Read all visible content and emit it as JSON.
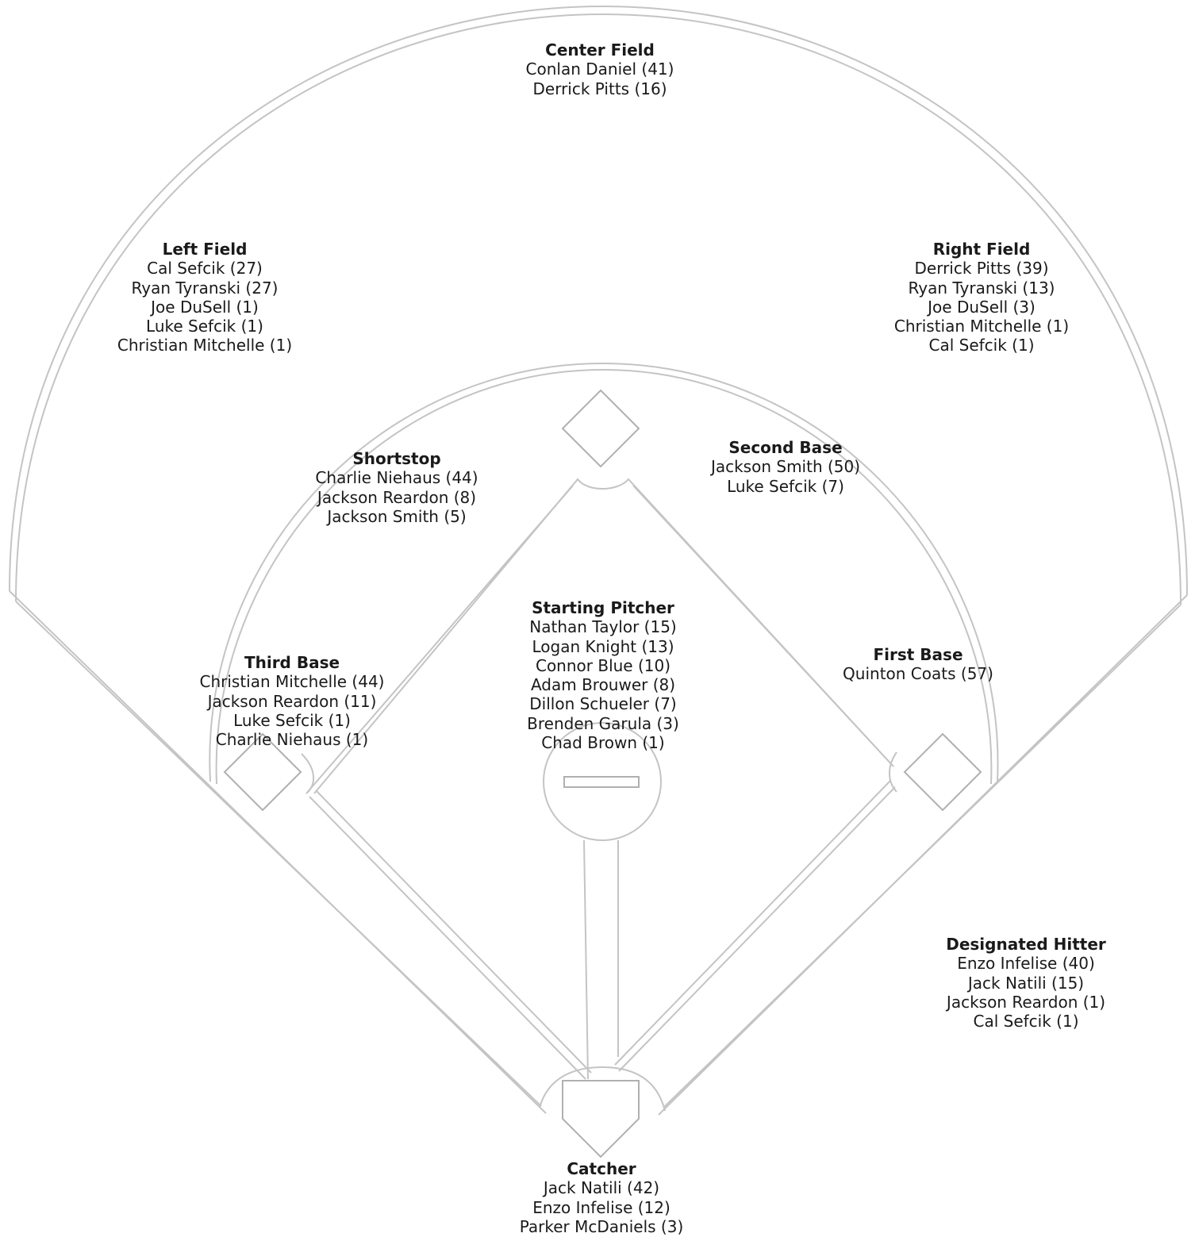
{
  "positions": {
    "center_field": {
      "title": "Center Field",
      "players": [
        "Conlan Daniel (41)",
        "Derrick Pitts (16)"
      ]
    },
    "left_field": {
      "title": "Left Field",
      "players": [
        "Cal Sefcik (27)",
        "Ryan Tyranski (27)",
        "Joe DuSell (1)",
        "Luke Sefcik (1)",
        "Christian Mitchelle (1)"
      ]
    },
    "right_field": {
      "title": "Right Field",
      "players": [
        "Derrick Pitts (39)",
        "Ryan Tyranski (13)",
        "Joe DuSell (3)",
        "Christian Mitchelle (1)",
        "Cal Sefcik (1)"
      ]
    },
    "shortstop": {
      "title": "Shortstop",
      "players": [
        "Charlie Niehaus (44)",
        "Jackson Reardon (8)",
        "Jackson Smith (5)"
      ]
    },
    "second_base": {
      "title": "Second Base",
      "players": [
        "Jackson Smith (50)",
        "Luke Sefcik (7)"
      ]
    },
    "starting_pitcher": {
      "title": "Starting Pitcher",
      "players": [
        "Nathan Taylor (15)",
        "Logan Knight (13)",
        "Connor Blue (10)",
        "Adam Brouwer (8)",
        "Dillon Schueler (7)",
        "Brenden Garula (3)",
        "Chad Brown (1)"
      ]
    },
    "third_base": {
      "title": "Third Base",
      "players": [
        "Christian Mitchelle (44)",
        "Jackson Reardon (11)",
        "Luke Sefcik (1)",
        "Charlie Niehaus (1)"
      ]
    },
    "first_base": {
      "title": "First Base",
      "players": [
        "Quinton Coats (57)"
      ]
    },
    "designated_hitter": {
      "title": "Designated Hitter",
      "players": [
        "Enzo Infelise (40)",
        "Jack Natili (15)",
        "Jackson Reardon (1)",
        "Cal Sefcik (1)"
      ]
    },
    "catcher": {
      "title": "Catcher",
      "players": [
        "Jack Natili (42)",
        "Enzo Infelise (12)",
        "Parker McDaniels (3)"
      ]
    }
  },
  "colors": {
    "line": "#c4c4c4",
    "text": "#1a1a1a",
    "background": "#ffffff"
  }
}
